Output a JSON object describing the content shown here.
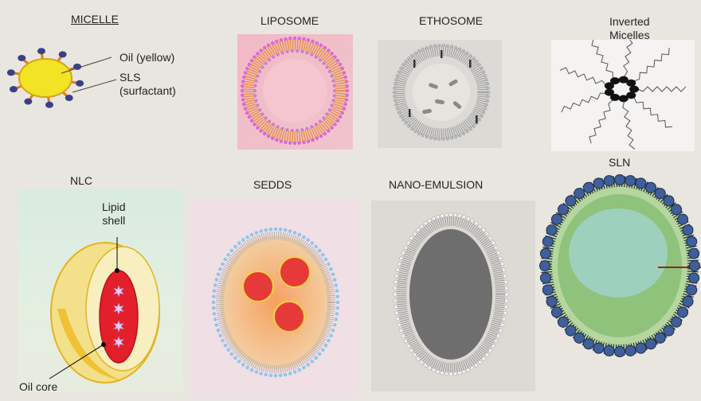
{
  "labels": {
    "micelle": "MICELLE",
    "liposome": "LIPOSOME",
    "ethosome": "ETHOSOME",
    "inverted_micelles": "Inverted\nMicelles",
    "nlc": "NLC",
    "sedds": "SEDDS",
    "nano_emulsion": "NANO-EMULSION",
    "sln": "SLN"
  },
  "annotations": {
    "oil_yellow": "Oil (yellow)",
    "sls": "SLS\n(surfactant)",
    "lipid_shell": "Lipid\nshell",
    "oil_core": "Oil core"
  },
  "colors": {
    "background": "#e9e6df",
    "micelle_core": "#f2e324",
    "micelle_heads": "#3a3f88",
    "liposome_heads": "#d869d8",
    "liposome_tails": "#e8944a",
    "sedds_droplet": "#e63a3a",
    "sedds_heads": "#8fc7e8",
    "nano_core": "#6e6e6e",
    "sln_heads": "#3f5f9a",
    "sln_core": "#9fd3c4",
    "nlc_core": "#e31f2c"
  }
}
